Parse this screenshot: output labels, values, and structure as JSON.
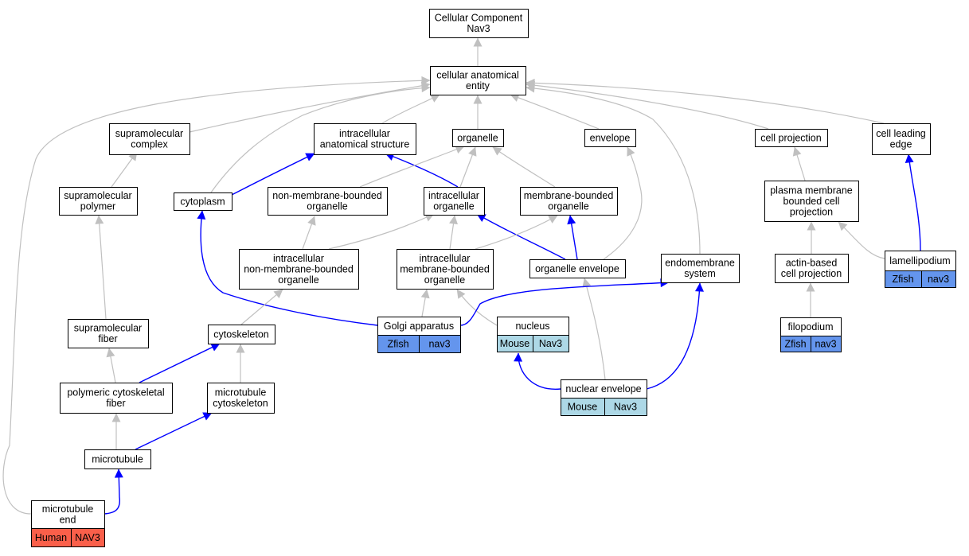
{
  "colors": {
    "gray_edge": "#c0c0c0",
    "blue_edge": "#0000ff",
    "zfish": "#6495ed",
    "mouse": "#add8e6",
    "human": "#fa5f4a",
    "node_fill": "#ffffff",
    "node_stroke": "#000000"
  },
  "nodes": {
    "root": [
      "Cellular Component",
      "Nav3"
    ],
    "cae": [
      "cellular anatomical",
      "entity"
    ],
    "smc": [
      "supramolecular",
      "complex"
    ],
    "ias": [
      "intracellular",
      "anatomical structure"
    ],
    "org": [
      "organelle"
    ],
    "env": [
      "envelope"
    ],
    "cproj": [
      "cell projection"
    ],
    "cle": [
      "cell leading",
      "edge"
    ],
    "smp": [
      "supramolecular",
      "polymer"
    ],
    "cyto": [
      "cytoplasm"
    ],
    "nmbo": [
      "non-membrane-bounded",
      "organelle"
    ],
    "io": [
      "intracellular",
      "organelle"
    ],
    "mbo": [
      "membrane-bounded",
      "organelle"
    ],
    "pmbcp": [
      "plasma membrane",
      "bounded cell",
      "projection"
    ],
    "inmbo": [
      "intracellular",
      "non-membrane-bounded",
      "organelle"
    ],
    "imbo": [
      "intracellular",
      "membrane-bounded",
      "organelle"
    ],
    "oenv": [
      "organelle envelope"
    ],
    "ems": [
      "endomembrane",
      "system"
    ],
    "abcp": [
      "actin-based",
      "cell projection"
    ],
    "lam": [
      "lamellipodium"
    ],
    "smf": [
      "supramolecular",
      "fiber"
    ],
    "csk": [
      "cytoskeleton"
    ],
    "golgi": [
      "Golgi apparatus"
    ],
    "nuc": [
      "nucleus"
    ],
    "filo": [
      "filopodium"
    ],
    "pcf": [
      "polymeric cytoskeletal",
      "fiber"
    ],
    "mtc": [
      "microtubule",
      "cytoskeleton"
    ],
    "nenv": [
      "nuclear envelope"
    ],
    "mt": [
      "microtubule"
    ],
    "mte": [
      "microtubule",
      "end"
    ]
  },
  "annotations": {
    "golgi": [
      "Zfish",
      "nav3"
    ],
    "nuc": [
      "Mouse",
      "Nav3"
    ],
    "lam": [
      "Zfish",
      "nav3"
    ],
    "filo": [
      "Zfish",
      "nav3"
    ],
    "nenv": [
      "Mouse",
      "Nav3"
    ],
    "mte": [
      "Human",
      "NAV3"
    ]
  },
  "edges": [
    {
      "from": "cae",
      "to": "root",
      "type": "is_a"
    },
    {
      "from": "smc",
      "to": "cae",
      "type": "is_a"
    },
    {
      "from": "ias",
      "to": "cae",
      "type": "is_a"
    },
    {
      "from": "org",
      "to": "cae",
      "type": "is_a"
    },
    {
      "from": "env",
      "to": "cae",
      "type": "is_a"
    },
    {
      "from": "cproj",
      "to": "cae",
      "type": "is_a"
    },
    {
      "from": "cle",
      "to": "cae",
      "type": "is_a"
    },
    {
      "from": "cyto",
      "to": "cae",
      "type": "is_a"
    },
    {
      "from": "ems",
      "to": "cae",
      "type": "is_a"
    },
    {
      "from": "mte",
      "to": "cae",
      "type": "is_a"
    },
    {
      "from": "smp",
      "to": "smc",
      "type": "is_a"
    },
    {
      "from": "cyto",
      "to": "ias",
      "type": "part_of"
    },
    {
      "from": "io",
      "to": "ias",
      "type": "part_of"
    },
    {
      "from": "nmbo",
      "to": "org",
      "type": "is_a"
    },
    {
      "from": "io",
      "to": "org",
      "type": "is_a"
    },
    {
      "from": "mbo",
      "to": "org",
      "type": "is_a"
    },
    {
      "from": "oenv",
      "to": "env",
      "type": "is_a"
    },
    {
      "from": "pmbcp",
      "to": "cproj",
      "type": "is_a"
    },
    {
      "from": "lam",
      "to": "cle",
      "type": "part_of"
    },
    {
      "from": "smf",
      "to": "smp",
      "type": "is_a"
    },
    {
      "from": "golgi",
      "to": "cyto",
      "type": "part_of"
    },
    {
      "from": "inmbo",
      "to": "nmbo",
      "type": "is_a"
    },
    {
      "from": "inmbo",
      "to": "io",
      "type": "is_a"
    },
    {
      "from": "imbo",
      "to": "io",
      "type": "is_a"
    },
    {
      "from": "oenv",
      "to": "io",
      "type": "part_of"
    },
    {
      "from": "imbo",
      "to": "mbo",
      "type": "is_a"
    },
    {
      "from": "oenv",
      "to": "mbo",
      "type": "part_of"
    },
    {
      "from": "abcp",
      "to": "pmbcp",
      "type": "is_a"
    },
    {
      "from": "lam",
      "to": "pmbcp",
      "type": "is_a"
    },
    {
      "from": "csk",
      "to": "inmbo",
      "type": "is_a"
    },
    {
      "from": "golgi",
      "to": "imbo",
      "type": "is_a"
    },
    {
      "from": "nuc",
      "to": "imbo",
      "type": "is_a"
    },
    {
      "from": "nenv",
      "to": "oenv",
      "type": "is_a"
    },
    {
      "from": "golgi",
      "to": "ems",
      "type": "part_of"
    },
    {
      "from": "nenv",
      "to": "ems",
      "type": "part_of"
    },
    {
      "from": "filo",
      "to": "abcp",
      "type": "is_a"
    },
    {
      "from": "pcf",
      "to": "smf",
      "type": "is_a"
    },
    {
      "from": "pcf",
      "to": "csk",
      "type": "part_of"
    },
    {
      "from": "mtc",
      "to": "csk",
      "type": "is_a"
    },
    {
      "from": "nenv",
      "to": "nuc",
      "type": "part_of"
    },
    {
      "from": "mt",
      "to": "pcf",
      "type": "is_a"
    },
    {
      "from": "mt",
      "to": "mtc",
      "type": "part_of"
    },
    {
      "from": "mte",
      "to": "mt",
      "type": "part_of"
    }
  ]
}
